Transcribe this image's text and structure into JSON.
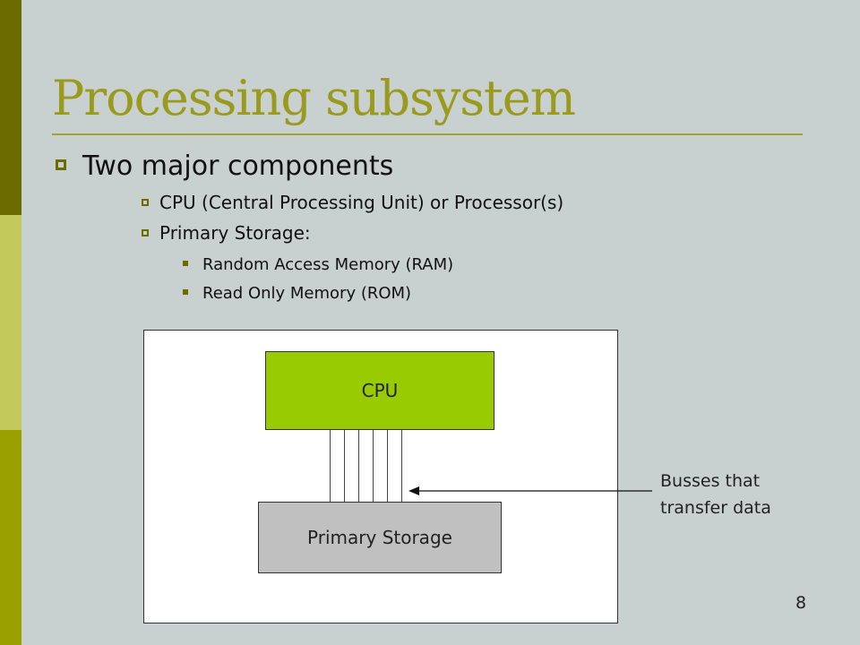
{
  "slide": {
    "title": "Processing subsystem",
    "bullets": [
      {
        "text": "Two major components"
      },
      {
        "text": "CPU (Central Processing Unit) or Processor(s)"
      },
      {
        "text": "Primary Storage:"
      },
      {
        "text": "Random Access Memory (RAM)"
      },
      {
        "text": "Read Only Memory (ROM)"
      }
    ],
    "diagram": {
      "cpu_label": "CPU",
      "storage_label": "Primary Storage",
      "bus_label_line1": "Busses that",
      "bus_label_line2": "transfer data",
      "bus_count": 6
    },
    "page_number": "8",
    "colors": {
      "title": "#9a9a1e",
      "cpu_fill": "#99cc00",
      "storage_fill": "#c0c0c0",
      "background": "#c8d0d0"
    }
  }
}
